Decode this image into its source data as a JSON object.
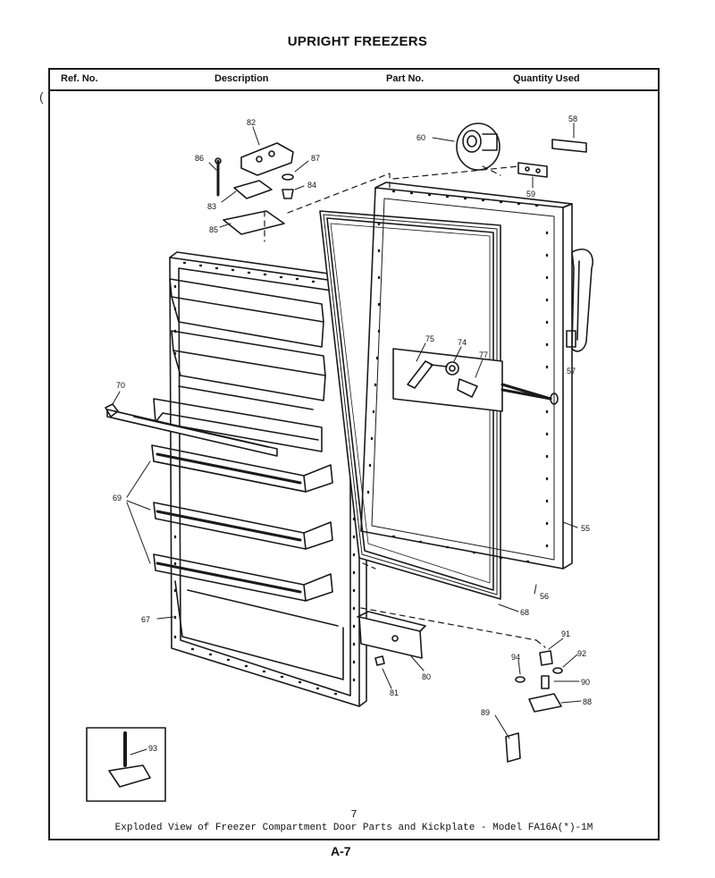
{
  "page_title": "UPRIGHT FREEZERS",
  "table_header": {
    "ref_no": "Ref. No.",
    "description": "Description",
    "part_no": "Part No.",
    "quantity_used": "Quantity Used"
  },
  "callouts": [
    {
      "id": "c82",
      "label": "82"
    },
    {
      "id": "c86",
      "label": "86"
    },
    {
      "id": "c87",
      "label": "87"
    },
    {
      "id": "c84",
      "label": "84"
    },
    {
      "id": "c83",
      "label": "83"
    },
    {
      "id": "c85",
      "label": "85"
    },
    {
      "id": "c60",
      "label": "60"
    },
    {
      "id": "c58",
      "label": "58"
    },
    {
      "id": "c59",
      "label": "59"
    },
    {
      "id": "c57",
      "label": "57"
    },
    {
      "id": "c75",
      "label": "75"
    },
    {
      "id": "c74",
      "label": "74"
    },
    {
      "id": "c77",
      "label": "77"
    },
    {
      "id": "c70",
      "label": "70"
    },
    {
      "id": "c69",
      "label": "69"
    },
    {
      "id": "c55",
      "label": "55"
    },
    {
      "id": "c56",
      "label": "56"
    },
    {
      "id": "c68",
      "label": "68"
    },
    {
      "id": "c67",
      "label": "67"
    },
    {
      "id": "c80",
      "label": "80"
    },
    {
      "id": "c81",
      "label": "81"
    },
    {
      "id": "c91",
      "label": "91"
    },
    {
      "id": "c92",
      "label": "92"
    },
    {
      "id": "c94",
      "label": "94"
    },
    {
      "id": "c90",
      "label": "90"
    },
    {
      "id": "c88",
      "label": "88"
    },
    {
      "id": "c89",
      "label": "89"
    },
    {
      "id": "c93",
      "label": "93"
    }
  ],
  "page_number": "7",
  "caption": "Exploded View of Freezer Compartment Door Parts and Kickplate - Model FA16A(*)-1M",
  "page_code": "A-7"
}
